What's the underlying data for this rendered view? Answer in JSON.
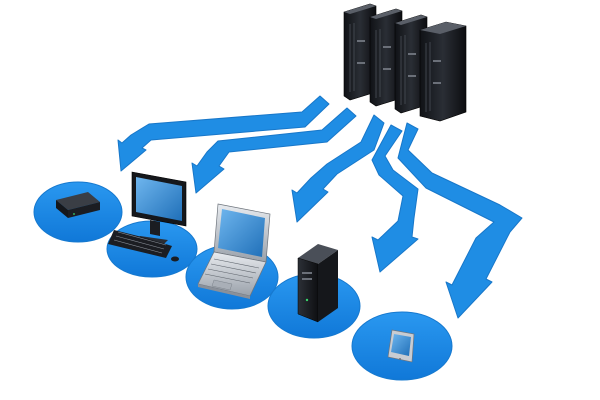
{
  "diagram": {
    "type": "client-server network",
    "server": {
      "kind": "rack servers",
      "unit_count": 4,
      "icon": "server-rack-icon"
    },
    "connections": [
      {
        "from": "server",
        "to": "set-top-box"
      },
      {
        "from": "server",
        "to": "desktop-computer"
      },
      {
        "from": "server",
        "to": "laptop"
      },
      {
        "from": "server",
        "to": "tower-pc"
      },
      {
        "from": "server",
        "to": "smartphone"
      }
    ],
    "clients": [
      {
        "id": "set-top-box",
        "icon": "set-top-box-icon"
      },
      {
        "id": "desktop-computer",
        "icon": "desktop-computer-icon"
      },
      {
        "id": "laptop",
        "icon": "laptop-icon"
      },
      {
        "id": "tower-pc",
        "icon": "tower-pc-icon"
      },
      {
        "id": "smartphone",
        "icon": "smartphone-icon"
      }
    ],
    "colors": {
      "connector": "#1f8de4",
      "connector_dark": "#1877c9",
      "platform": "#1a8ae8",
      "platform_rim": "#1679cf",
      "hardware": "#1b1d22",
      "hardware_highlight": "#4a4f58",
      "screen": "#3a8fd6",
      "silver": "#c8ccd2"
    }
  }
}
